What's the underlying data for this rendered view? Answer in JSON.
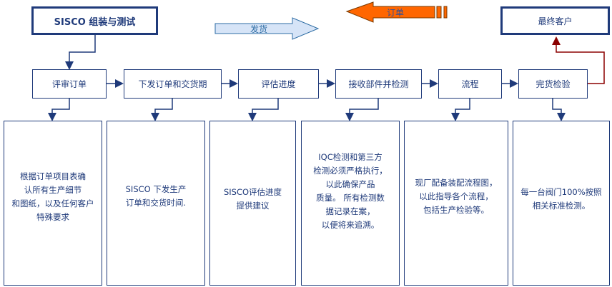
{
  "header": {
    "source_box": "SISCO 组装与测试",
    "target_box": "最终客户"
  },
  "flow_arrows": {
    "delivery": {
      "label": "发货",
      "direction": "right",
      "fill": "#d6e4f7",
      "stroke": "#2e6da4"
    },
    "order": {
      "label": "订单",
      "direction": "left",
      "fill": "#ff6600",
      "stroke": "#7a3a00"
    }
  },
  "steps": [
    {
      "label": "评审订单",
      "description": "根据订单项目表确\n认所有生产细节\n和图纸，以及任何客户\n特殊要求"
    },
    {
      "label": "下发订单和交货期",
      "description": "SISCO 下发生产\n订单和交货时间."
    },
    {
      "label": "评估进度",
      "description": "SISCO评估进度\n提供建议"
    },
    {
      "label": "接收部件并检测",
      "description": "IQC检测和第三方\n检测必须严格执行，\n以此确保产品\n质量。 所有检测数\n据记录在案，\n以便将来追溯。"
    },
    {
      "label": "流程",
      "description": "现厂配备装配流程图，\n以此指导各个流程，\n包括生产检验等。"
    },
    {
      "label": "完货检验",
      "description": "每一台阀门100%按照\n相关标准检测。"
    }
  ],
  "colors": {
    "primary": "#1f3a7a",
    "final_link": "#8b0000"
  }
}
